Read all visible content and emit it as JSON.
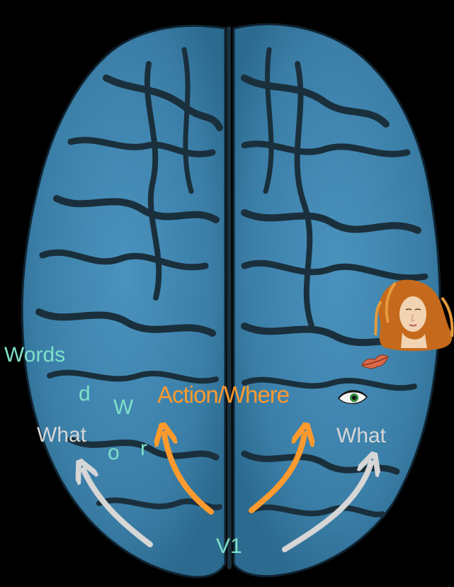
{
  "labels": {
    "words": "Words",
    "letter_d": "d",
    "letter_W": "W",
    "letter_o": "o",
    "letter_r": "r",
    "action_where": "Action/Where",
    "what_left": "What",
    "what_right": "What",
    "v1": "V1"
  },
  "colors": {
    "background": "#000000",
    "cortex": "#3f86b0",
    "sulci": "#1a2f3c",
    "words_text": "#7fe0c8",
    "what_text_and_arrows": "#d6d6d6",
    "action_text_and_arrows": "#ff9a2e"
  },
  "icons": {
    "face": "venus-face-icon",
    "lips": "lips-icon",
    "eye": "eye-icon"
  }
}
